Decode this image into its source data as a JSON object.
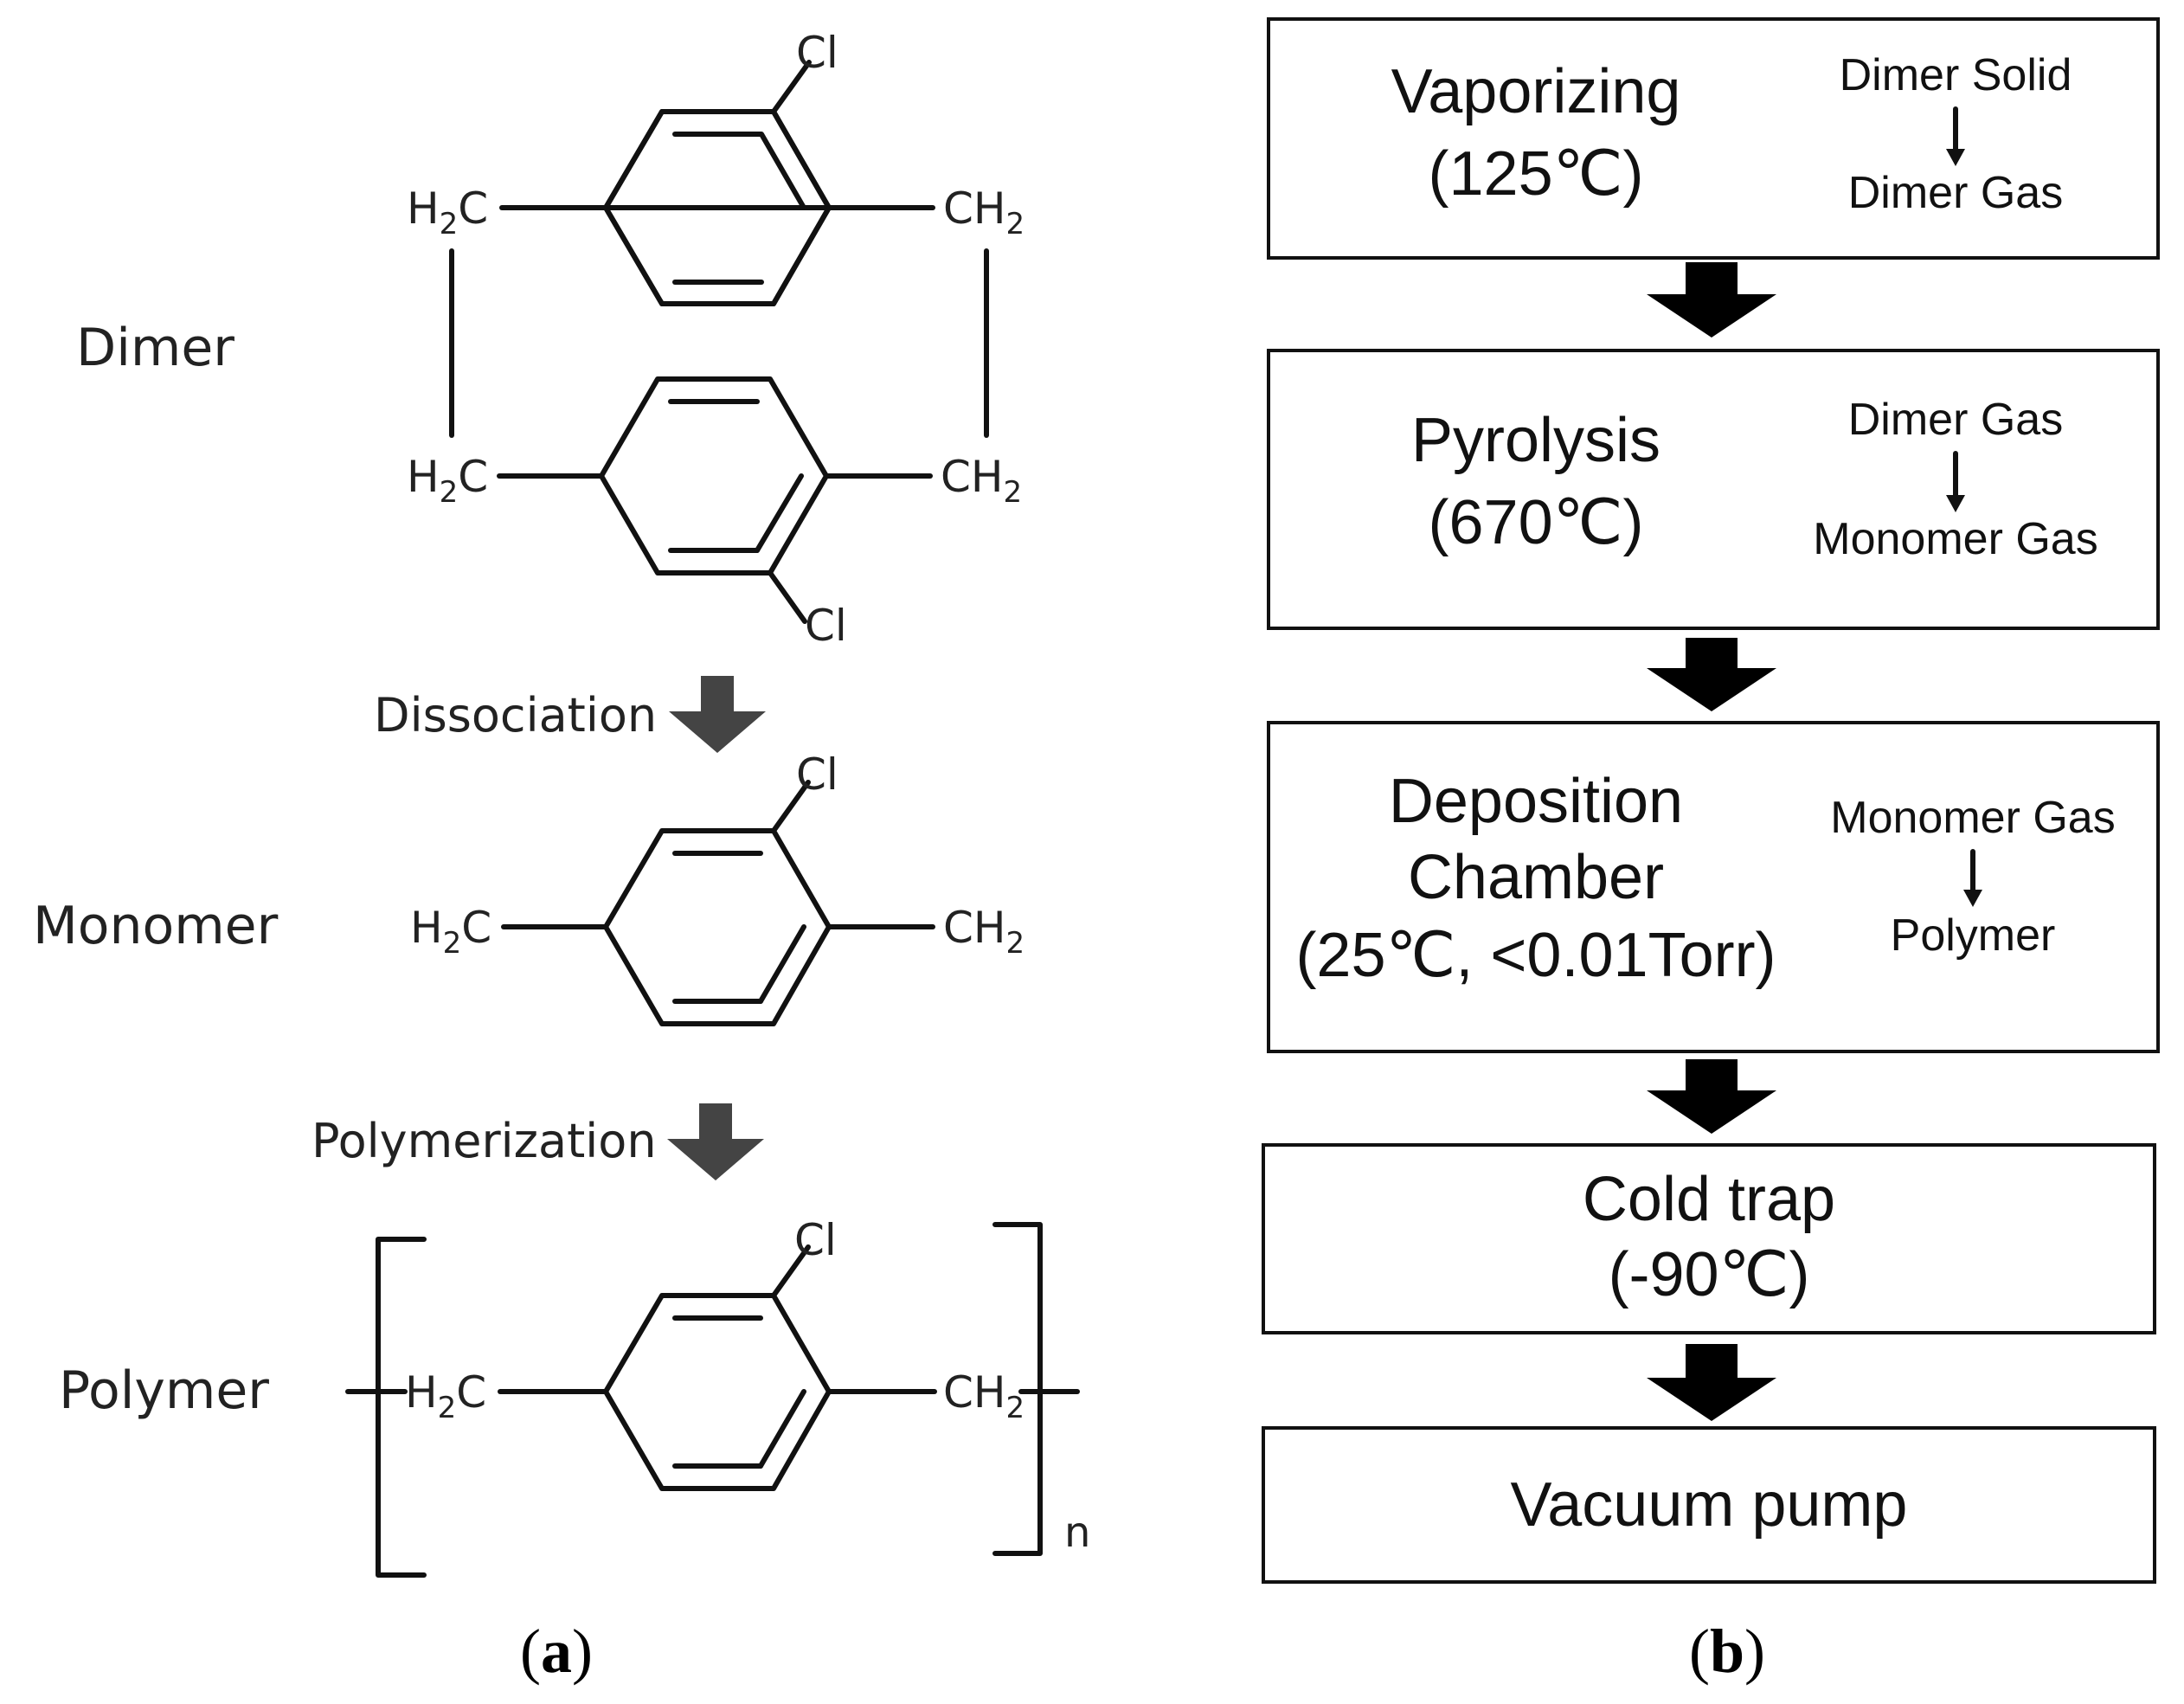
{
  "panel_a": {
    "label": "a",
    "dimer_label": "Dimer",
    "monomer_label": "Monomer",
    "polymer_label": "Polymer",
    "dissociation_label": "Dissociation",
    "polymerization_label": "Polymerization",
    "h2c": "H2C",
    "ch2": "CH2",
    "subscript": "2",
    "h_text": "H",
    "c_text": "C",
    "ch_text": "CH",
    "cl": "Cl",
    "repeat_n": "n",
    "arrow_color": "#444444"
  },
  "panel_b": {
    "label": "b",
    "arrow_color": "#000000",
    "steps": [
      {
        "title_lines": [
          "Vaporizing",
          "(125℃)"
        ],
        "from": "Dimer Solid",
        "to": "Dimer Gas"
      },
      {
        "title_lines": [
          "Pyrolysis",
          "(670℃)"
        ],
        "from": "Dimer Gas",
        "to": "Monomer Gas"
      },
      {
        "title_lines": [
          "Deposition",
          "Chamber",
          "(25℃, <0.01Torr)"
        ],
        "from": "Monomer Gas",
        "to": "Polymer"
      },
      {
        "title_lines": [
          "Cold trap",
          "(-90℃)"
        ]
      },
      {
        "title_lines": [
          "Vacuum pump"
        ]
      }
    ]
  }
}
